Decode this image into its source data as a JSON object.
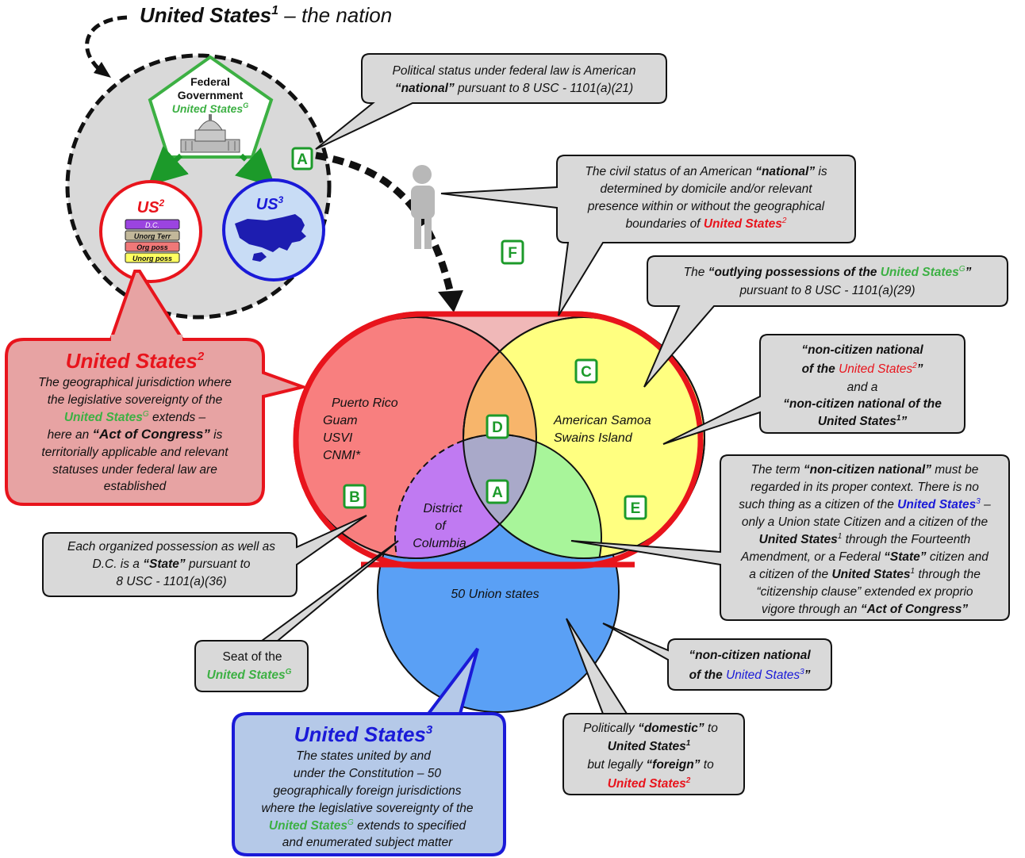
{
  "title": {
    "main": "United States",
    "sup": "1",
    "rest": " – the nation"
  },
  "federal": {
    "line1": "Federal",
    "line2": "Government",
    "line3": "United States",
    "sup": "G"
  },
  "us2": {
    "label": "US",
    "sup": "2",
    "layers": [
      "D.C.",
      "Unorg Terr",
      "Org poss",
      "Unorg poss"
    ]
  },
  "us3": {
    "label": "US",
    "sup": "3"
  },
  "regions": {
    "territories": [
      "Puerto Rico",
      "Guam",
      "USVI",
      "CNMI*"
    ],
    "outlying": [
      "American Samoa",
      "Swains Island"
    ],
    "dc": [
      "District",
      "of",
      "Columbia"
    ],
    "states": "50 Union states"
  },
  "letters": {
    "a_top": "A",
    "f": "F",
    "c": "C",
    "d": "D",
    "a_mid": "A",
    "b": "B",
    "e": "E"
  },
  "callouts": {
    "national": {
      "l1": "Political status under federal law is American",
      "l2a": "“national”",
      "l2b": " pursuant to 8 USC  - 1101(a)(21)"
    },
    "civil": {
      "l1a": "The civil status of an American ",
      "l1b": "“national”",
      "l1c": " is",
      "l2": "determined by domicile and/or relevant",
      "l3": "presence within or without the geographical",
      "l4a": "boundaries of ",
      "l4b": "United States",
      "sup": "2"
    },
    "outlying": {
      "l1a": "The ",
      "l1b": "“outlying possessions of the ",
      "l1c": "United States",
      "sup": "G",
      "l1d": "”",
      "l2": "pursuant to 8 USC  - 1101(a)(29)"
    },
    "ncn": {
      "l1": "“non-citizen national",
      "l2a": "of the ",
      "l2b": "United States",
      "sup2": "2",
      "l2c": "”",
      "l3": "and a",
      "l4": "“non-citizen national of the",
      "l5": "United States",
      "sup1": "1",
      "l5b": "”"
    },
    "us2": {
      "head": "United States",
      "sup": "2",
      "l1": "The geographical jurisdiction where",
      "l2": "the legislative sovereignty of the",
      "l3a": "United States",
      "l3sup": "G",
      "l3b": "  extends –",
      "l4a": "here an ",
      "l4b": "“Act of Congress”",
      "l4c": " is",
      "l5": "territorially applicable and relevant",
      "l6": "statuses under federal law are",
      "l7": "established"
    },
    "term": {
      "l1a": "The term ",
      "l1b": "“non-citizen national”",
      "l1c": " must be",
      "l2": "regarded in its proper context.  There is no",
      "l3a": "such thing as a citizen of the ",
      "l3b": "United States",
      "l3sup": "3",
      "l3c": " –",
      "l4": "only a Union state Citizen and a citizen of the",
      "l5a": "United States",
      "l5sup": "1",
      "l5b": " through the Fourteenth",
      "l6a": "Amendment, or a Federal ",
      "l6b": "“State”",
      "l6c": " citizen and",
      "l7a": "a citizen of the ",
      "l7b": "United States",
      "l7sup": "1",
      "l7c": " through the",
      "l8": "“citizenship clause” extended ex  proprio",
      "l9a": "vigore through an ",
      "l9b": "“Act of Congress”"
    },
    "state": {
      "l1": "Each organized possession as well as",
      "l2a": "D.C. is a ",
      "l2b": "“State”",
      "l2c": " pursuant to",
      "l3": "8 USC - 1101(a)(36)"
    },
    "seat": {
      "l1": "Seat of the",
      "l2": "United States",
      "sup": "G"
    },
    "ncn3": {
      "l1": "“non-citizen national",
      "l2a": "of the ",
      "l2b": "United States",
      "sup": "3",
      "l2c": "”"
    },
    "domestic": {
      "l1a": "Politically ",
      "l1b": "“domestic”",
      "l1c": " to",
      "l2": "United States",
      "l2sup": "1",
      "l3a": "but legally ",
      "l3b": "“foreign”",
      "l3c": " to",
      "l4": "United States",
      "l4sup": "2"
    },
    "us3": {
      "head": "United States",
      "sup": "3",
      "l1": "The states united by and",
      "l2": "under the Constitution  – 50",
      "l3": "geographically foreign jurisdictions",
      "l4": "where the legislative sovereignty of the",
      "l5a": "United States",
      "l5sup": "G",
      "l5b": "  extends to specified",
      "l6": "and enumerated subject matter"
    }
  },
  "colors": {
    "us2": "#e8141c",
    "us3": "#1a1ad8",
    "fed": "#3cb043",
    "territories": "#f87f7f",
    "outlying": "#ffff80",
    "overlap_d": "#f7b56b",
    "dc": "#c07af2",
    "overlap_e": "#a8f59a",
    "states": "#5aa0f5",
    "capsule": "#f0b8b8"
  }
}
